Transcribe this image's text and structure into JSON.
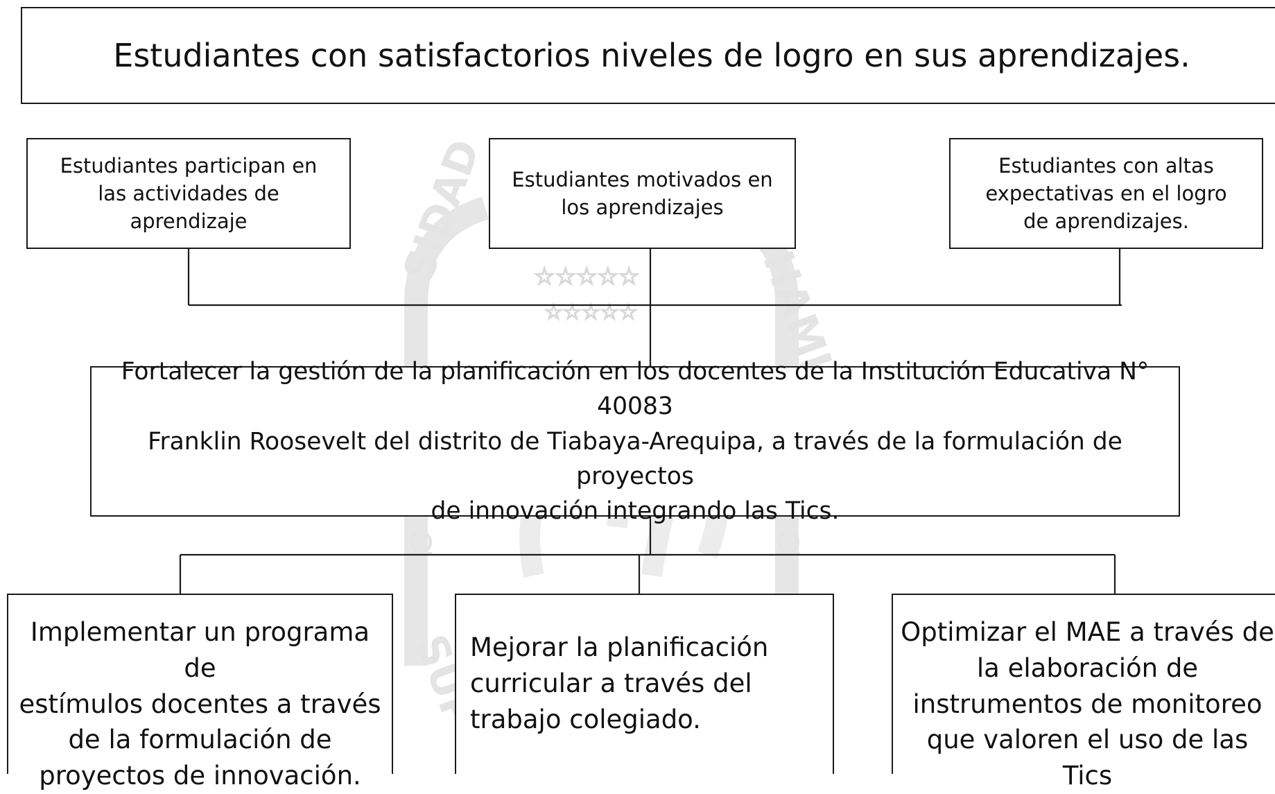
{
  "goal": {
    "text": "Estudiantes con satisfactorios niveles de logro en sus aprendizajes."
  },
  "effects": [
    {
      "text": "Estudiantes participan en\nlas actividades de\naprendizaje"
    },
    {
      "text": "Estudiantes motivados en\nlos aprendizajes"
    },
    {
      "text": "Estudiantes con altas\nexpectativas en el logro\nde aprendizajes."
    }
  ],
  "central_objective": {
    "text": "Fortalecer la gestión de la planificación en los docentes de la Institución Educativa N° 40083\nFranklin Roosevelt del distrito de Tiabaya-Arequipa, a través de la formulación de proyectos\nde innovación integrando las Tics."
  },
  "causes": [
    {
      "text": "Implementar un programa de\nestímulos docentes a través\nde la formulación de\nproyectos de innovación."
    },
    {
      "text": "Mejorar la planificación\ncurricular a través del\ntrabajo colegiado."
    },
    {
      "text": "Optimizar el MAE a través de\nla elaboración de\ninstrumentos de monitoreo\nque valoren el uso de las Tics"
    }
  ],
  "watermark": {
    "seal_text": "UNIVERSIDAD CHAMI SUP",
    "color": "#e3e3e3"
  },
  "colors": {
    "line": "#1a1a1a",
    "background": "#ffffff"
  }
}
